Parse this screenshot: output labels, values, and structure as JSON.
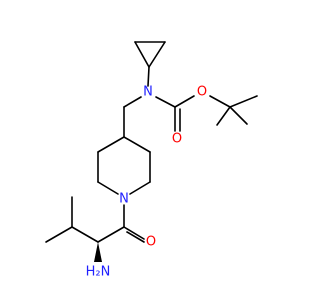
{
  "molecule": {
    "atoms": {
      "n_carbamate": {
        "label": "N",
        "color": "#2020ff"
      },
      "o_carbonyl_carbamate": {
        "label": "O",
        "color": "#ff0000"
      },
      "o_ester": {
        "label": "O",
        "color": "#ff0000"
      },
      "n_piperidine": {
        "label": "N",
        "color": "#2020ff"
      },
      "o_amide": {
        "label": "O",
        "color": "#ff0000"
      },
      "nh2": {
        "label": "H₂N",
        "color": "#2020ff"
      }
    },
    "colors": {
      "bond": "#000000",
      "oxygen": "#ff0000",
      "nitrogen": "#2020ff",
      "background": "#ffffff"
    }
  }
}
